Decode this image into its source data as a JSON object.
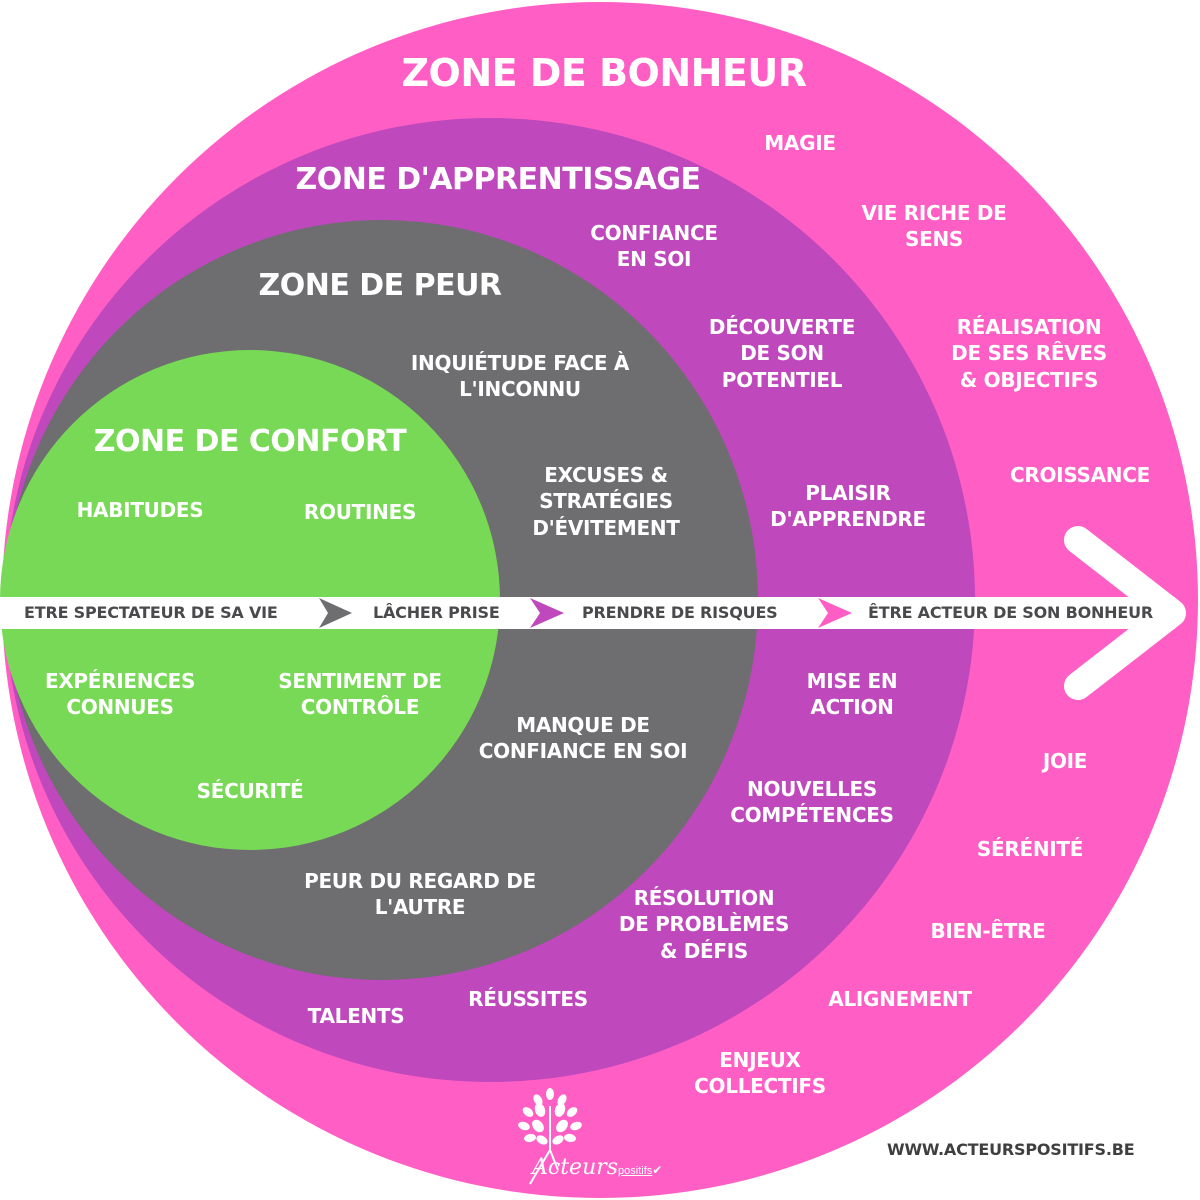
{
  "colors": {
    "bonheur": "#FF5EC4",
    "apprentissage": "#BE48BC",
    "peur": "#6E6D70",
    "confort": "#77D955",
    "arrow_band": "#FFFFFF",
    "step_text": "#4A4A4C",
    "url_text": "#3F3F3F"
  },
  "zones": {
    "bonheur": {
      "title": "ZONE DE BONHEUR",
      "items": [
        "MAGIE",
        "VIE RICHE DE\nSENS",
        "RÉALISATION\nDE SES RÊVES\n& OBJECTIFS",
        "CROISSANCE",
        "JOIE",
        "SÉRÉNITÉ",
        "BIEN-ÊTRE",
        "ALIGNEMENT",
        "ENJEUX\nCOLLECTIFS"
      ]
    },
    "apprentissage": {
      "title": "ZONE D'APPRENTISSAGE",
      "items": [
        "CONFIANCE\nEN SOI",
        "DÉCOUVERTE\nDE SON\nPOTENTIEL",
        "PLAISIR\nD'APPRENDRE",
        "MISE EN\nACTION",
        "NOUVELLES\nCOMPÉTENCES",
        "RÉSOLUTION\nDE PROBLÈMES\n& DÉFIS",
        "RÉUSSITES",
        "TALENTS"
      ]
    },
    "peur": {
      "title": "ZONE DE PEUR",
      "items": [
        "INQUIÉTUDE FACE À\nL'INCONNU",
        "EXCUSES &\nSTRATÉGIES\nD'ÉVITEMENT",
        "MANQUE DE\nCONFIANCE EN SOI",
        "PEUR DU REGARD DE\nL'AUTRE"
      ]
    },
    "confort": {
      "title": "ZONE DE CONFORT",
      "items": [
        "HABITUDES",
        "ROUTINES",
        "EXPÉRIENCES\nCONNUES",
        "SENTIMENT DE\nCONTRÔLE",
        "SÉCURITÉ"
      ]
    }
  },
  "path": {
    "steps": [
      "ETRE SPECTATEUR DE SA VIE",
      "LÂCHER PRISE",
      "PRENDRE DE RISQUES",
      "ÊTRE ACTEUR DE SON BONHEUR"
    ],
    "arrow_icons": [
      "chevron-gray",
      "chevron-purple",
      "chevron-pink",
      "big-white-arrowhead"
    ]
  },
  "branding": {
    "logo_main": "Acteurs",
    "logo_sub": "positifs",
    "website": "WWW.ACTEURSPOSITIFS.BE"
  }
}
